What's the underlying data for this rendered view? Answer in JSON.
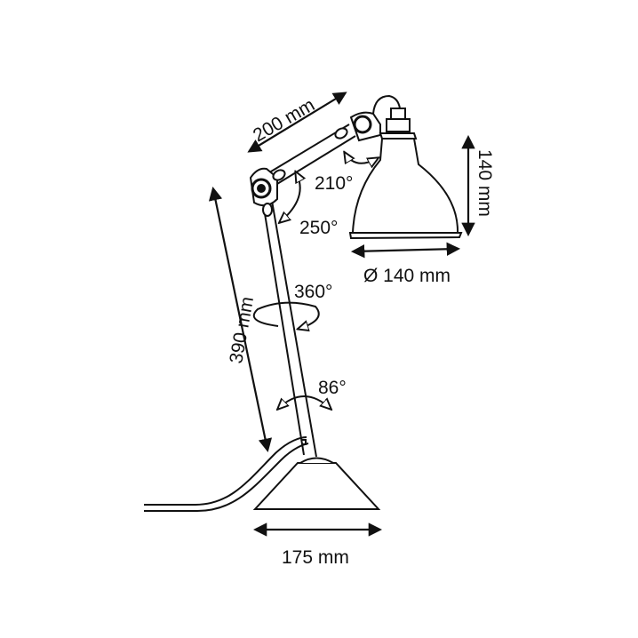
{
  "diagram": {
    "subject": "Adjustable desk lamp dimension drawing",
    "colors": {
      "line": "#111111",
      "background": "#ffffff"
    },
    "dimensions": {
      "upper_arm_length": "200 mm",
      "shade_height": "140 mm",
      "shade_diameter": "Ø 140 mm",
      "lower_arm_length": "390 mm",
      "base_diameter": "175 mm"
    },
    "angles": {
      "shade_tilt": "210°",
      "elbow": "250°",
      "rotation": "360°",
      "base_tilt": "86°"
    }
  }
}
